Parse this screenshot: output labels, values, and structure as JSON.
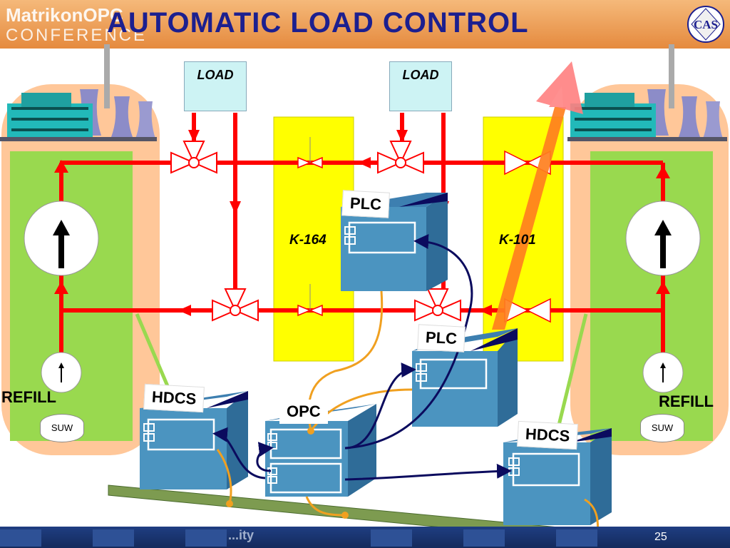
{
  "header": {
    "logo_line1": "MatrikonOPC",
    "logo_line2": "CONFERENCE",
    "title": "AUTOMATIC LOAD CONTROL",
    "badge": "CAS"
  },
  "diagram": {
    "load_left": "LOAD",
    "load_right": "LOAD",
    "column_left": "K-164",
    "column_right": "K-101",
    "plc_top": "PLC",
    "plc_bottom": "PLC",
    "opc": "OPC",
    "hdcs_left": "HDCS",
    "hdcs_right": "HDCS",
    "refill_left": "REFILL",
    "refill_right": "REFILL",
    "suw_left": "SUW",
    "suw_right": "SUW"
  },
  "footer": {
    "text": "...ity",
    "page_number": "25"
  },
  "colors": {
    "header_orange": "#e58a3e",
    "title_blue": "#1c1f8f",
    "pipe_red": "#ff0000",
    "column_yellow": "#ffff00",
    "panel_green": "#99d94f",
    "device_blue": "#4b94c0",
    "arrow_orange": "#ff7f1e",
    "footer_blue": "#1f3e82"
  }
}
